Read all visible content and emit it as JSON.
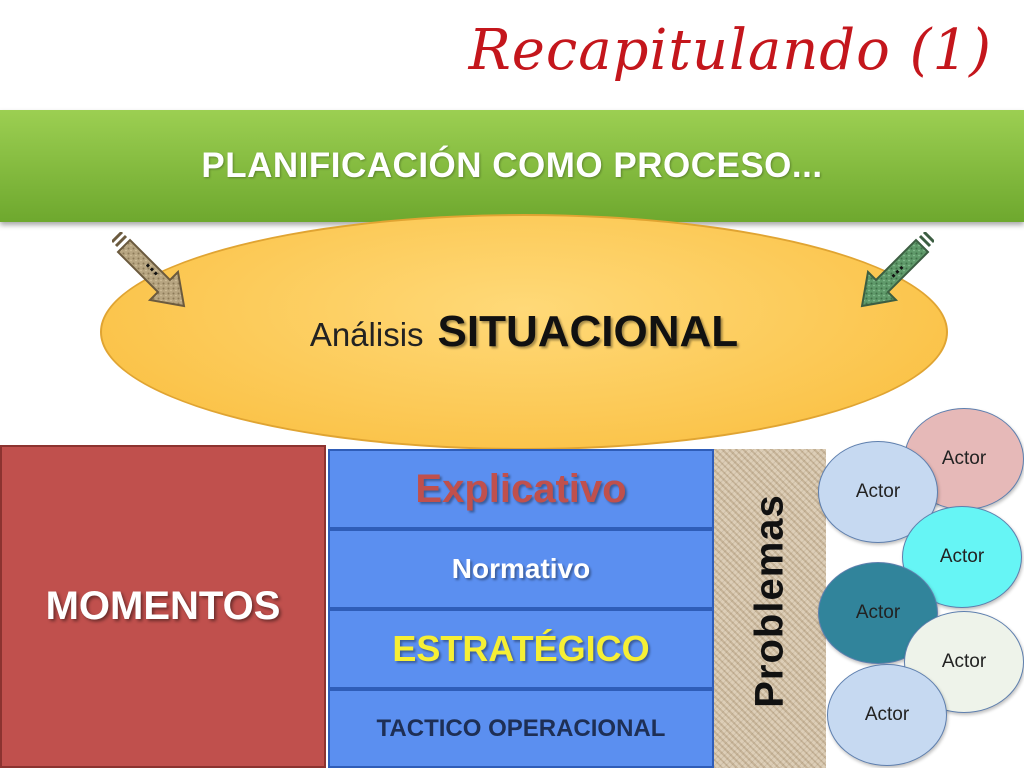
{
  "title": "Recapitulando (1)",
  "banner": {
    "text": "PLANIFICACIÓN COMO PROCESO..."
  },
  "analysis": {
    "light": "Análisis",
    "bold": "SITUACIONAL"
  },
  "arrows": {
    "left_label": "...",
    "right_label": "..."
  },
  "momentos": {
    "label": "MOMENTOS"
  },
  "stack": {
    "rows": [
      {
        "label": "Explicativo"
      },
      {
        "label": "Normativo"
      },
      {
        "label": "ESTRATÉGICO"
      },
      {
        "label": "TACTICO OPERACIONAL"
      }
    ]
  },
  "problemas": {
    "label": "Problemas"
  },
  "actors": [
    {
      "label": "Actor",
      "color": "#e6b9b8"
    },
    {
      "label": "Actor",
      "color": "#c6d9f1"
    },
    {
      "label": "Actor",
      "color": "#66f5f5"
    },
    {
      "label": "Actor",
      "color": "#31849b"
    },
    {
      "label": "Actor",
      "color": "#eef3ea"
    },
    {
      "label": "Actor",
      "color": "#c6d9f1"
    }
  ],
  "colors": {
    "title": "#c4161c",
    "banner": "#7fba3c",
    "ellipse": "#fbc94f",
    "momentos": "#c0504d",
    "stack": "#5b8ff0",
    "problemas_texture": "#d8c7ad"
  }
}
